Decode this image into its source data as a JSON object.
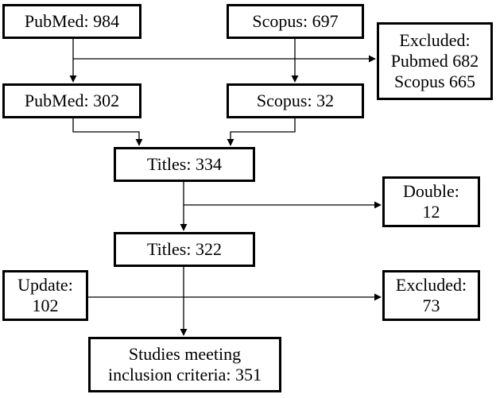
{
  "diagram": {
    "boxes": {
      "pubmed_984": {
        "text": "PubMed: 984"
      },
      "scopus_697": {
        "text": "Scopus: 697"
      },
      "excluded_1": {
        "lines": [
          "Excluded:",
          "Pubmed 682",
          "Scopus 665"
        ]
      },
      "pubmed_302": {
        "text": "PubMed: 302"
      },
      "scopus_32": {
        "text": "Scopus: 32"
      },
      "titles_334": {
        "text": "Titles: 334"
      },
      "double": {
        "lines": [
          "Double:",
          "12"
        ]
      },
      "titles_322": {
        "text": "Titles: 322"
      },
      "update": {
        "lines": [
          "Update:",
          "102"
        ]
      },
      "excluded_2": {
        "lines": [
          "Excluded:",
          "73"
        ]
      },
      "studies": {
        "lines": [
          "Studies meeting",
          "inclusion criteria: 351"
        ]
      }
    },
    "colors": {
      "line": "#000000",
      "box_border": "#000000",
      "background": "#ffffff"
    }
  }
}
